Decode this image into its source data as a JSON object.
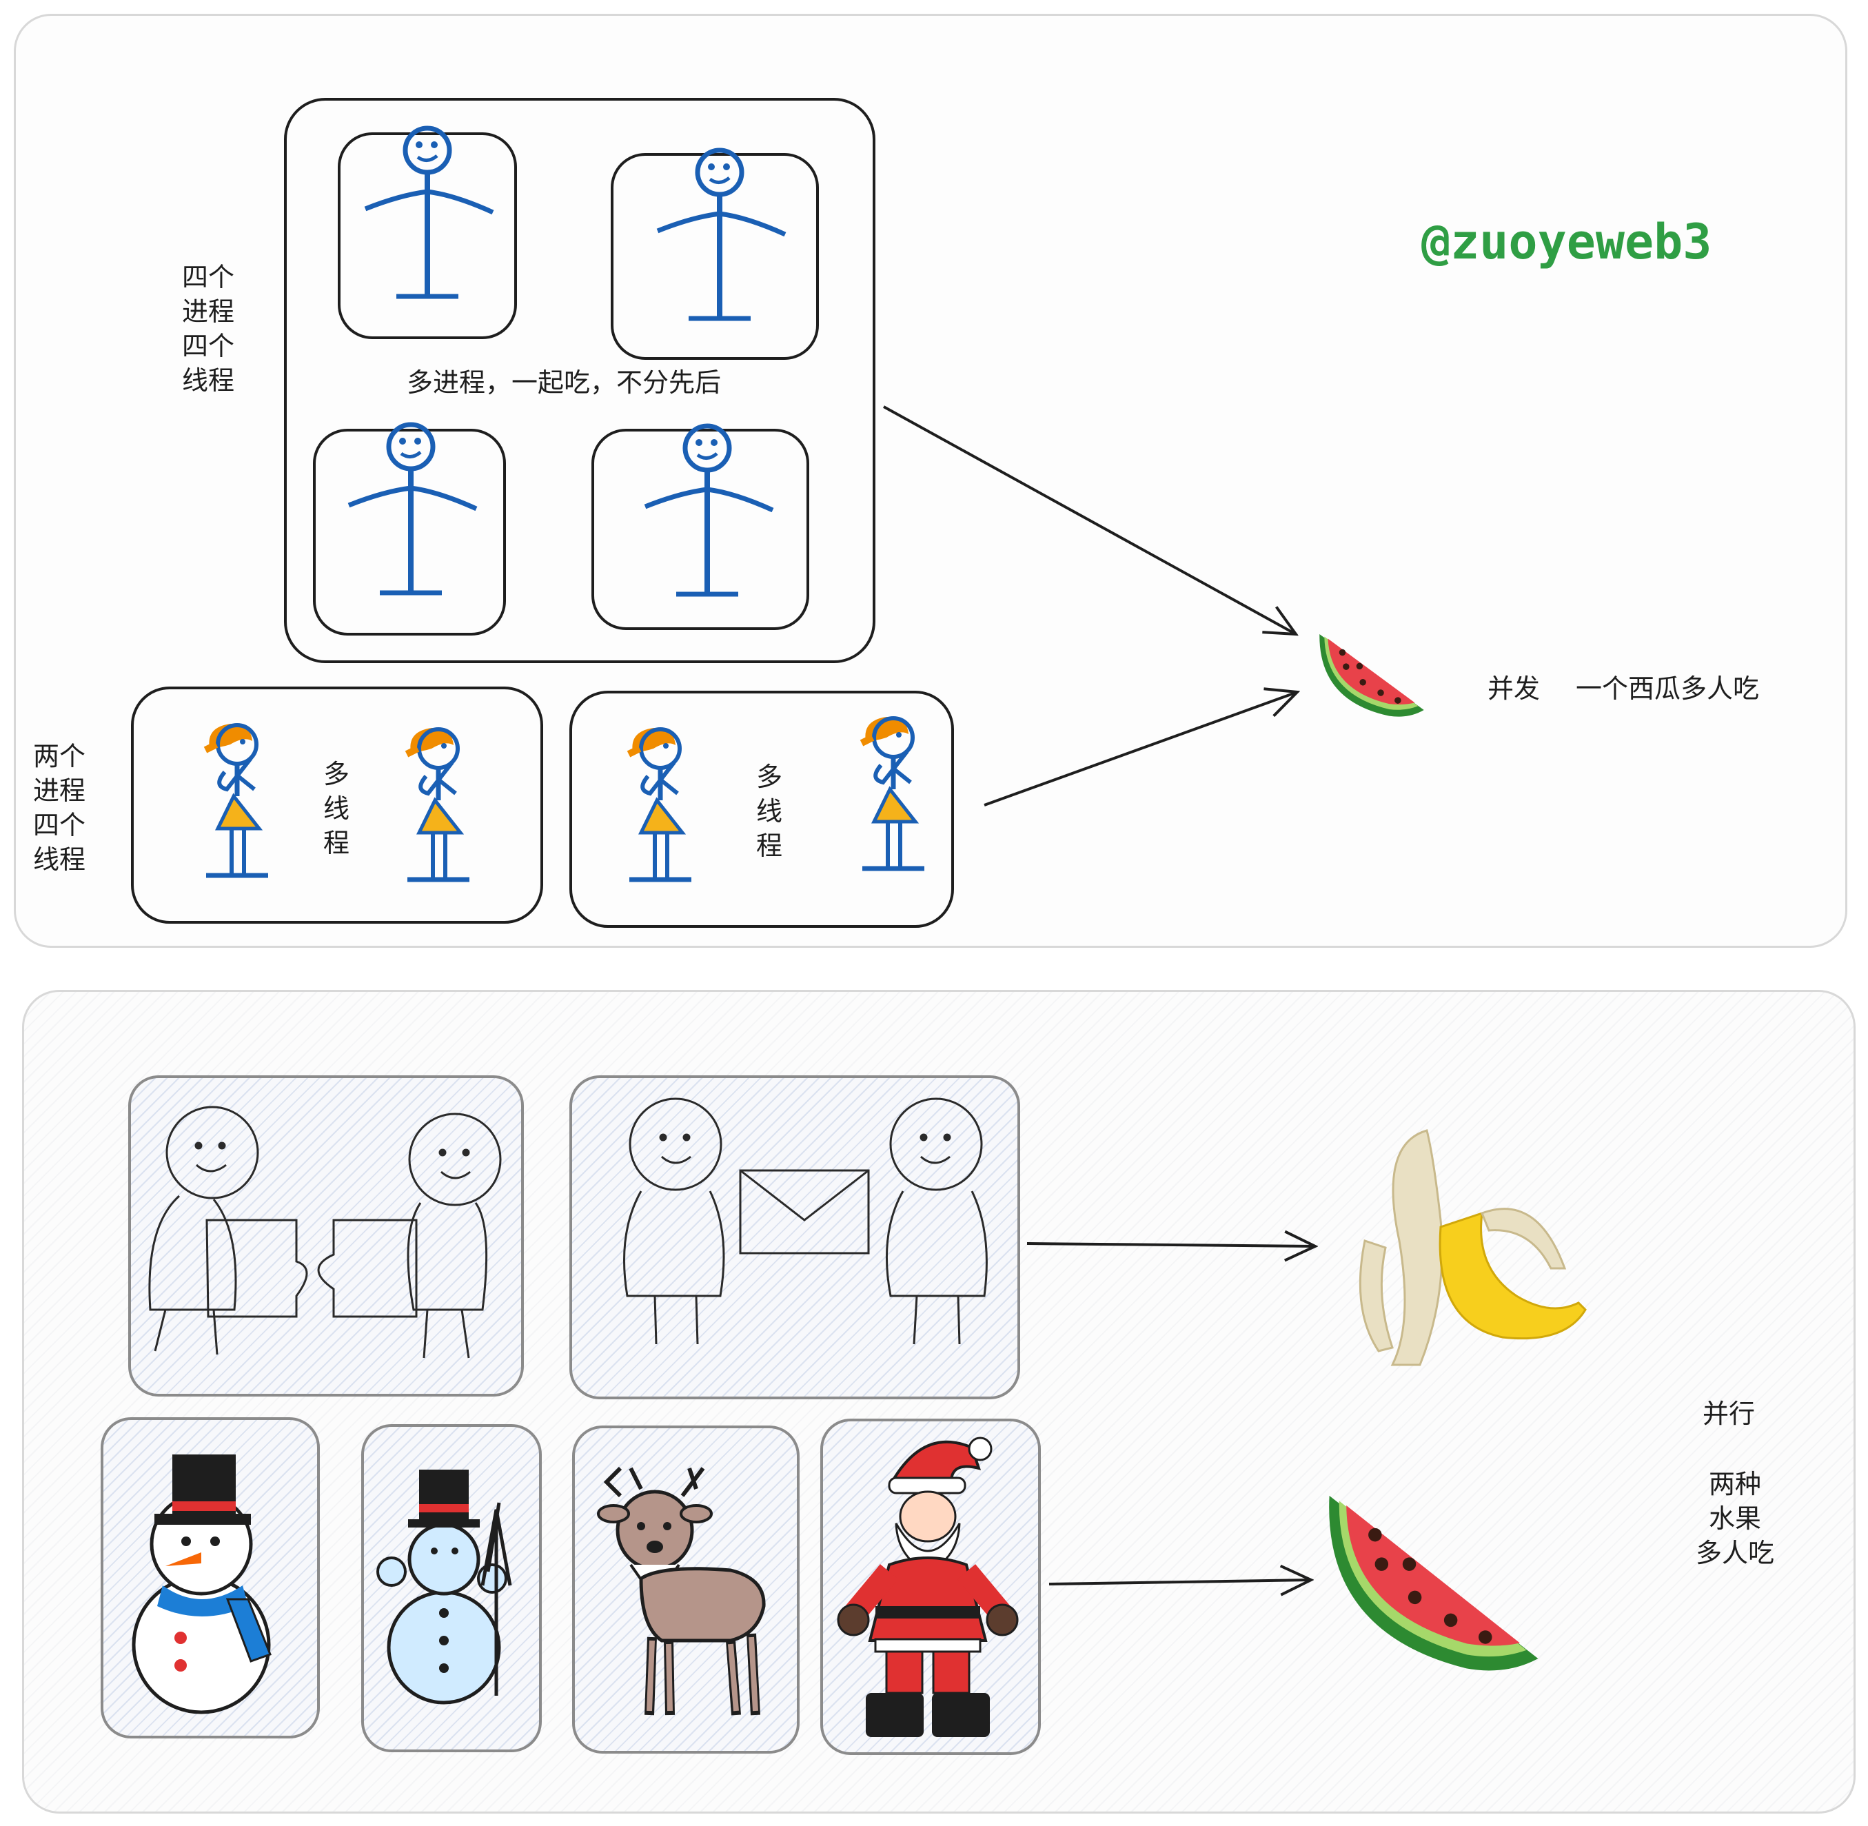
{
  "watermark": "@zuoyeweb3",
  "top": {
    "label_four_proc": "四个\n进程\n四个\n线程",
    "label_two_proc": "两个\n进程\n四个\n线程",
    "caption_multiproc": "多进程，一起吃，不分先后",
    "multithread_1": "多线程",
    "multithread_2": "多线程",
    "concurrency": "并发",
    "concurrency_desc": "一个西瓜多人吃"
  },
  "bottom": {
    "parallel": "并行",
    "parallel_desc": "两种\n水果\n多人吃"
  },
  "colors": {
    "stick_blue": "#1a5fb4",
    "hair_orange": "#f08c00",
    "skirt_yellow": "#f5b21a",
    "handle_green": "#2f9e44"
  },
  "icons": [
    "stick-figure",
    "girl-figure",
    "puzzle-figures",
    "envelope-figures",
    "snowman",
    "snowman-broom",
    "reindeer",
    "santa",
    "watermelon",
    "banana"
  ]
}
